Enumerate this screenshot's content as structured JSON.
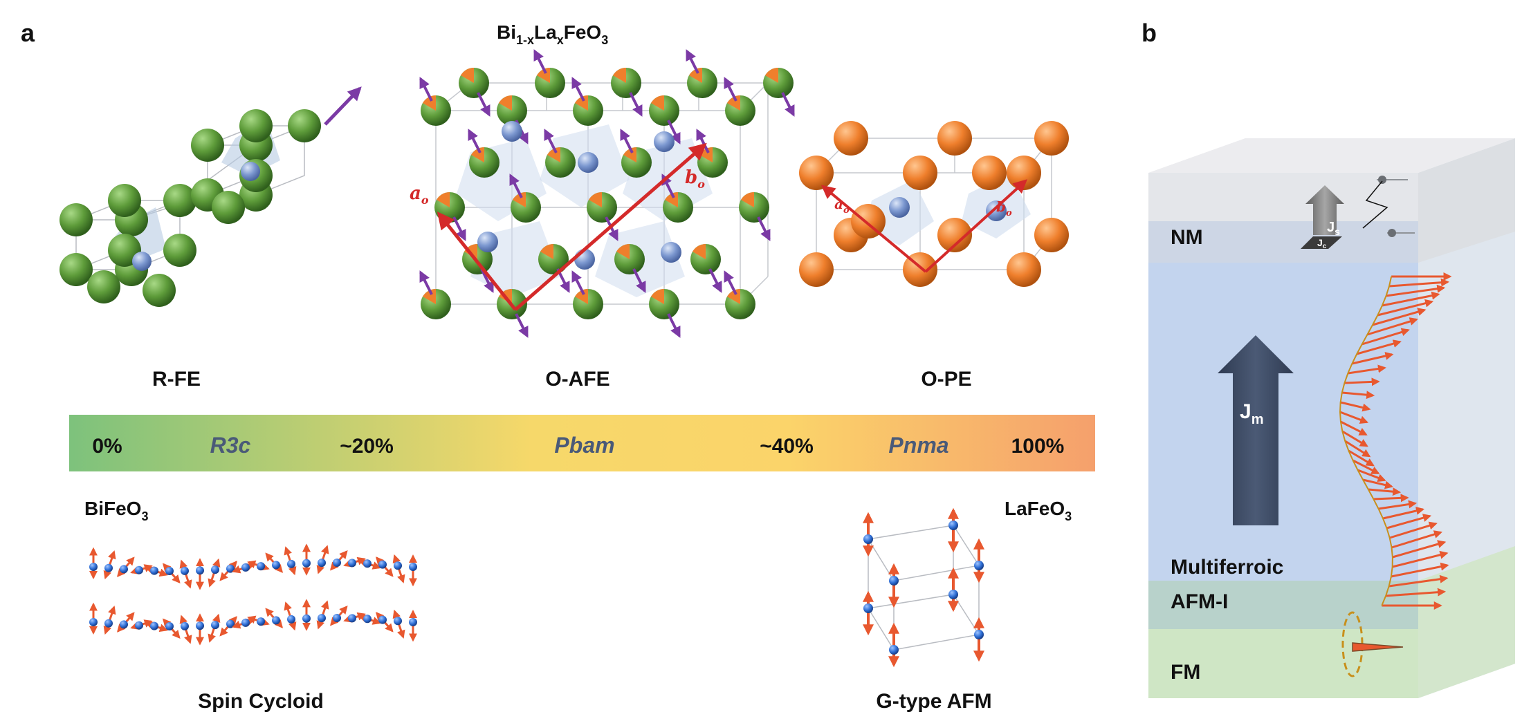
{
  "panel_a": {
    "label": "a",
    "formula": {
      "base": "Bi",
      "sub1": "1-x",
      "mid": "La",
      "sub2": "x",
      "tail": "FeO",
      "sub3": "3"
    },
    "phases": [
      "R-FE",
      "O-AFE",
      "O-PE"
    ],
    "axis_labels": {
      "a": "a",
      "a_sub": "o",
      "b": "b",
      "b_sub": "o"
    },
    "doping_bar": {
      "ticks": [
        "0%",
        "~20%",
        "~40%",
        "100%"
      ],
      "space_groups": [
        "R3c",
        "Pbam",
        "Pnma"
      ],
      "colors": [
        "#7dc27c",
        "#f6d86a",
        "#f5a06c"
      ]
    },
    "end_members": {
      "left": {
        "base": "BiFeO",
        "sub": "3"
      },
      "right": {
        "base": "LaFeO",
        "sub": "3"
      }
    },
    "orders": [
      "Spin Cycloid",
      "G-type AFM"
    ]
  },
  "panel_b": {
    "label": "b",
    "layers": [
      "NM",
      "Multiferroic",
      "AFM-I",
      "FM"
    ],
    "currents": {
      "magnon": {
        "base": "J",
        "sub": "m"
      },
      "spin": {
        "base": "J",
        "sub": "s"
      },
      "charge": {
        "base": "J",
        "sub": "c"
      }
    }
  },
  "colors": {
    "bi_atom": "#5e9c3a",
    "la_atom": "#ef7f2c",
    "fe_atom": "#7c98d0",
    "moment_arrow": "#7b3aa5",
    "spin_arrow": "#e8582f",
    "lattice_vector": "#d42a2a",
    "space_group_text": "#4a5a78",
    "magnon_arrow": "#3d4b63"
  }
}
